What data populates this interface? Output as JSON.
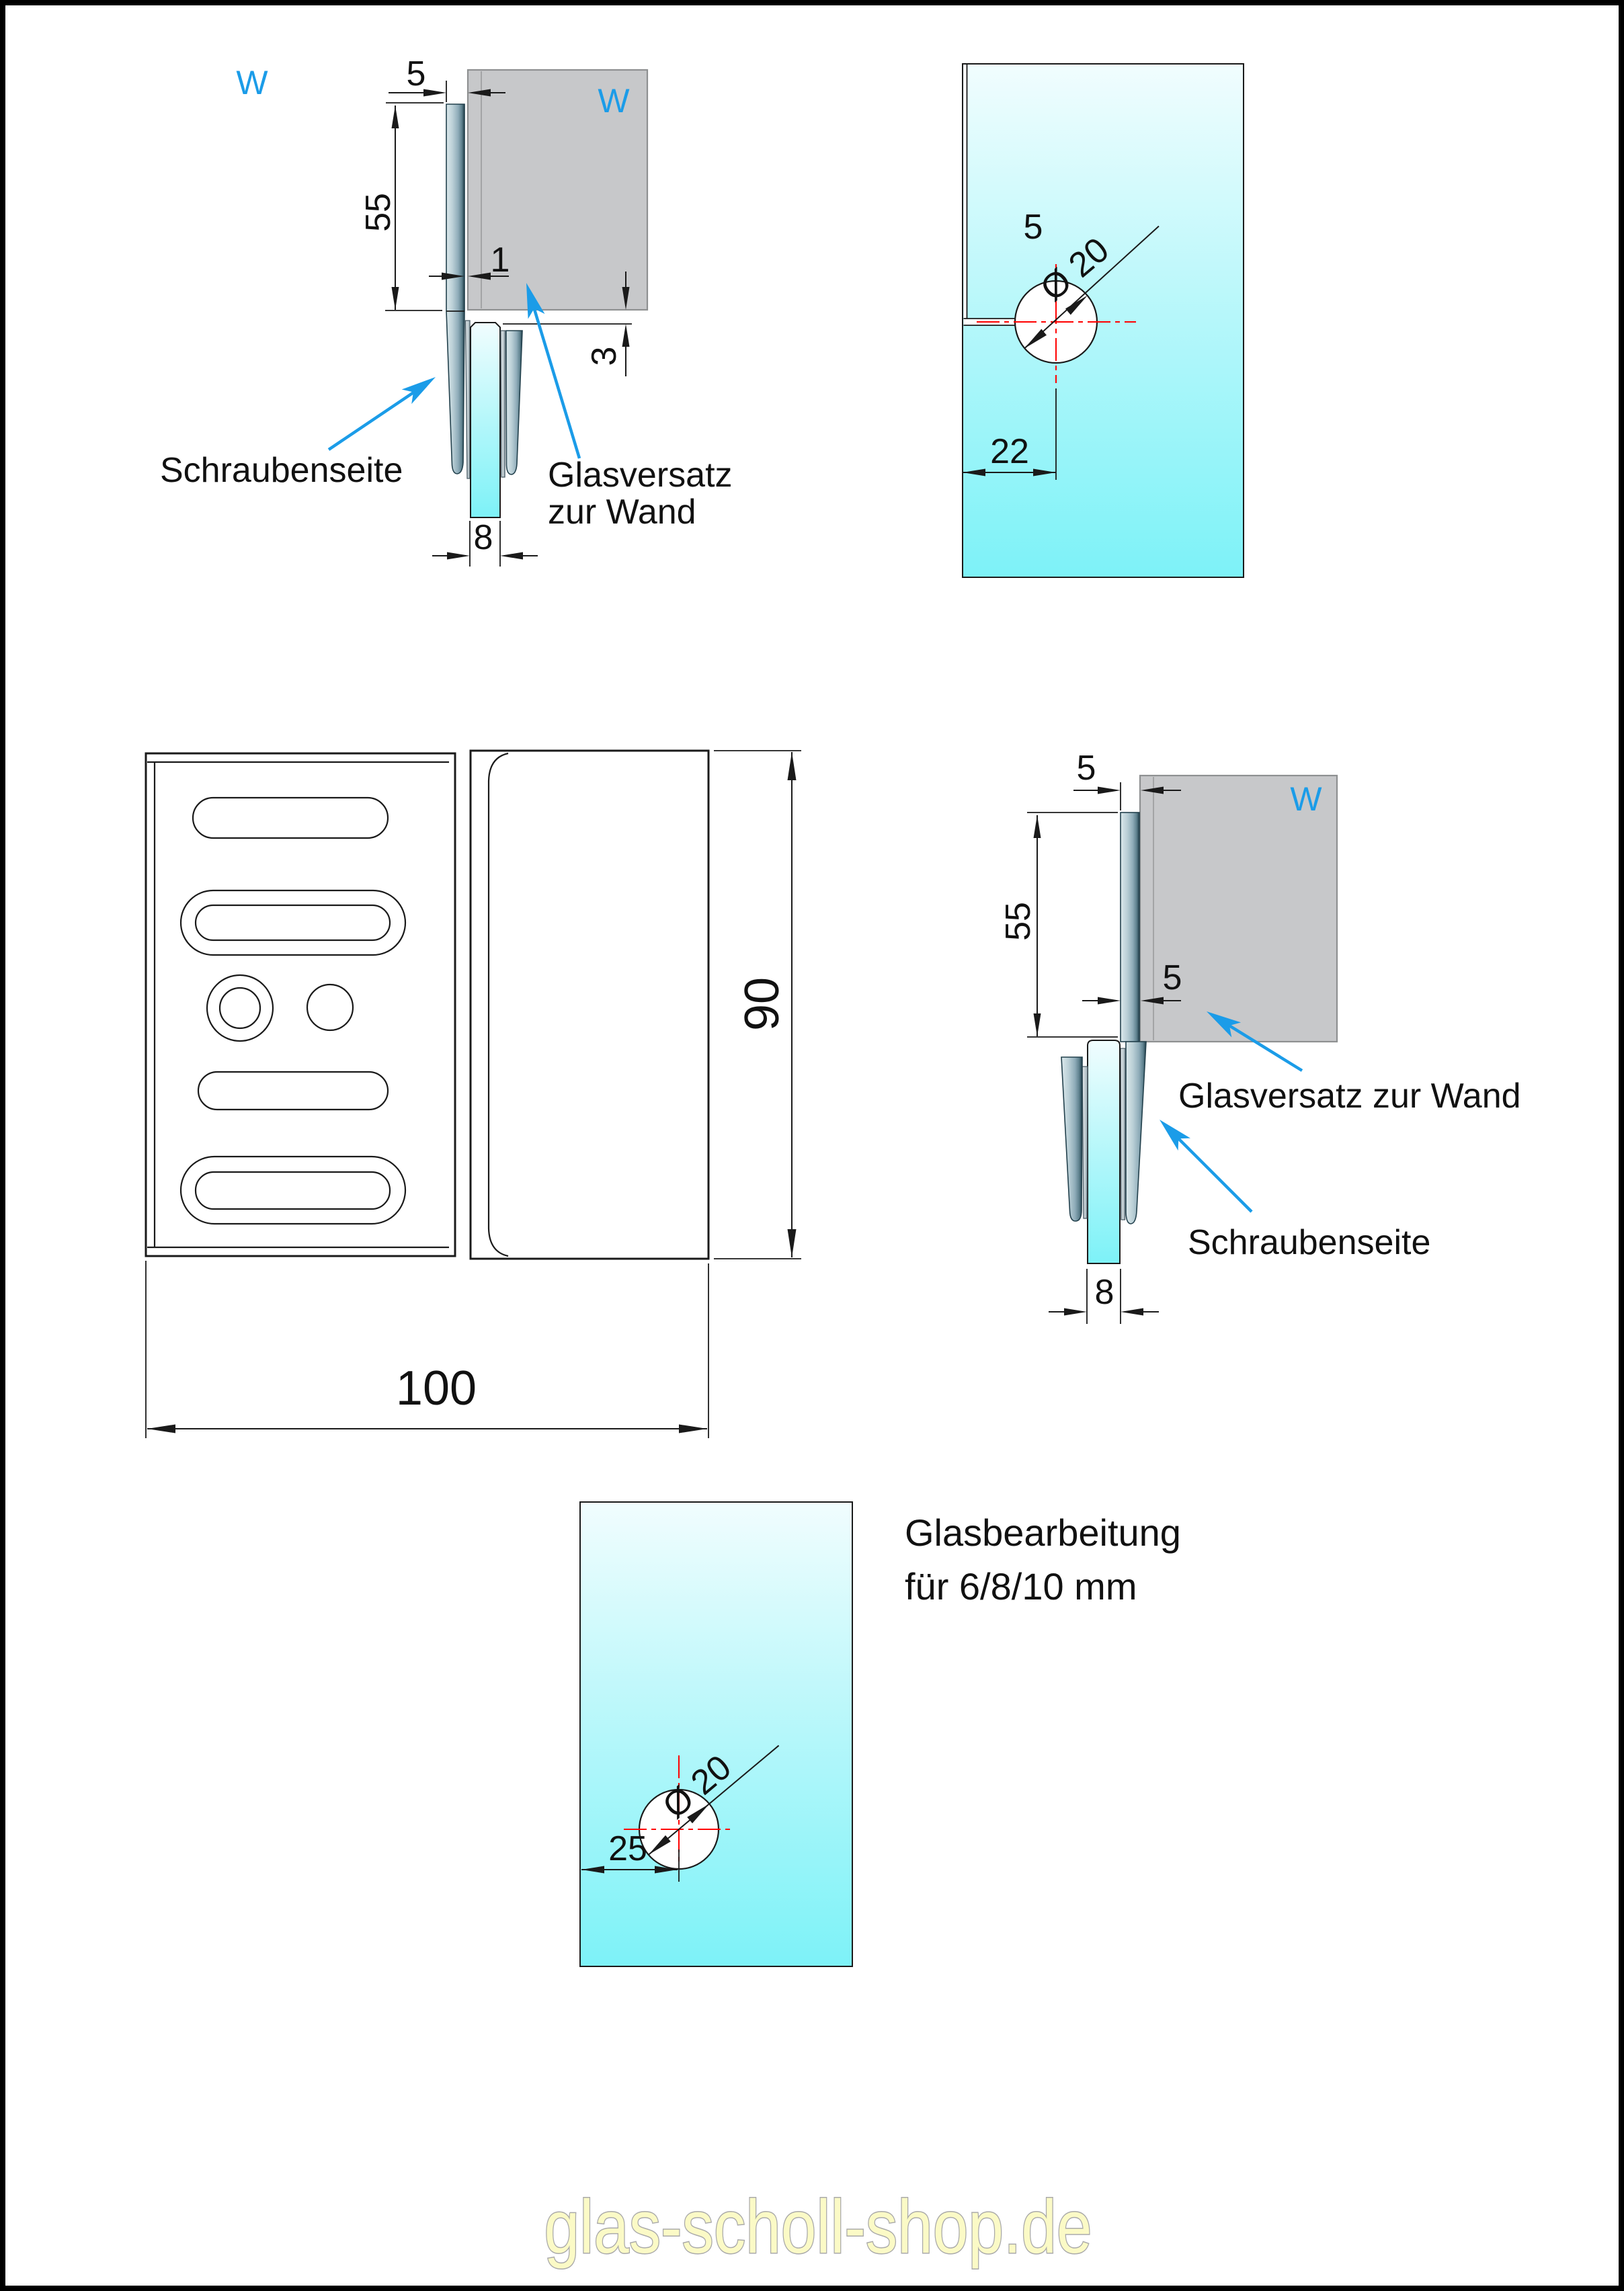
{
  "watermark": "glas-scholl-shop.de",
  "colors": {
    "blue": "#1B9CE8",
    "red": "#FF0000",
    "wall_fill": "#C7C8CA",
    "steel_light": "#D8E4E8",
    "steel_dark": "#30505E",
    "glass_light": "#F1FDFE",
    "glass_strong": "#7DF2F8",
    "line": "#1A1A1A",
    "watermark_fill": "#FBFAC6"
  },
  "views": {
    "section_left": {
      "free_wall_label": "W",
      "wall_label": "W",
      "dims": {
        "plate_thickness": "5",
        "plate_height": "55",
        "glass_offset": "1",
        "gap_to_wall": "3",
        "glass_thickness": "8"
      },
      "labels": {
        "screw_side": "Schraubenseite",
        "glass_offset_line1": "Glasversatz",
        "glass_offset_line2": "zur Wand"
      }
    },
    "glass_cutout": {
      "dims": {
        "slot_width": "5",
        "hole_diameter": "Ø 20",
        "hole_offset": "22"
      }
    },
    "section_right": {
      "wall_label": "W",
      "dims": {
        "plate_thickness": "5",
        "plate_height": "55",
        "glass_offset": "5",
        "glass_thickness": "8"
      },
      "labels": {
        "glass_offset": "Glasversatz zur Wand",
        "screw_side": "Schraubenseite"
      }
    },
    "plan": {
      "dims": {
        "width": "100",
        "height": "90"
      }
    },
    "glass_drilling": {
      "title_line1": "Glasbearbeitung",
      "title_line2": "für 6/8/10 mm",
      "dims": {
        "hole_diameter": "Ø 20",
        "hole_offset": "25"
      }
    }
  }
}
